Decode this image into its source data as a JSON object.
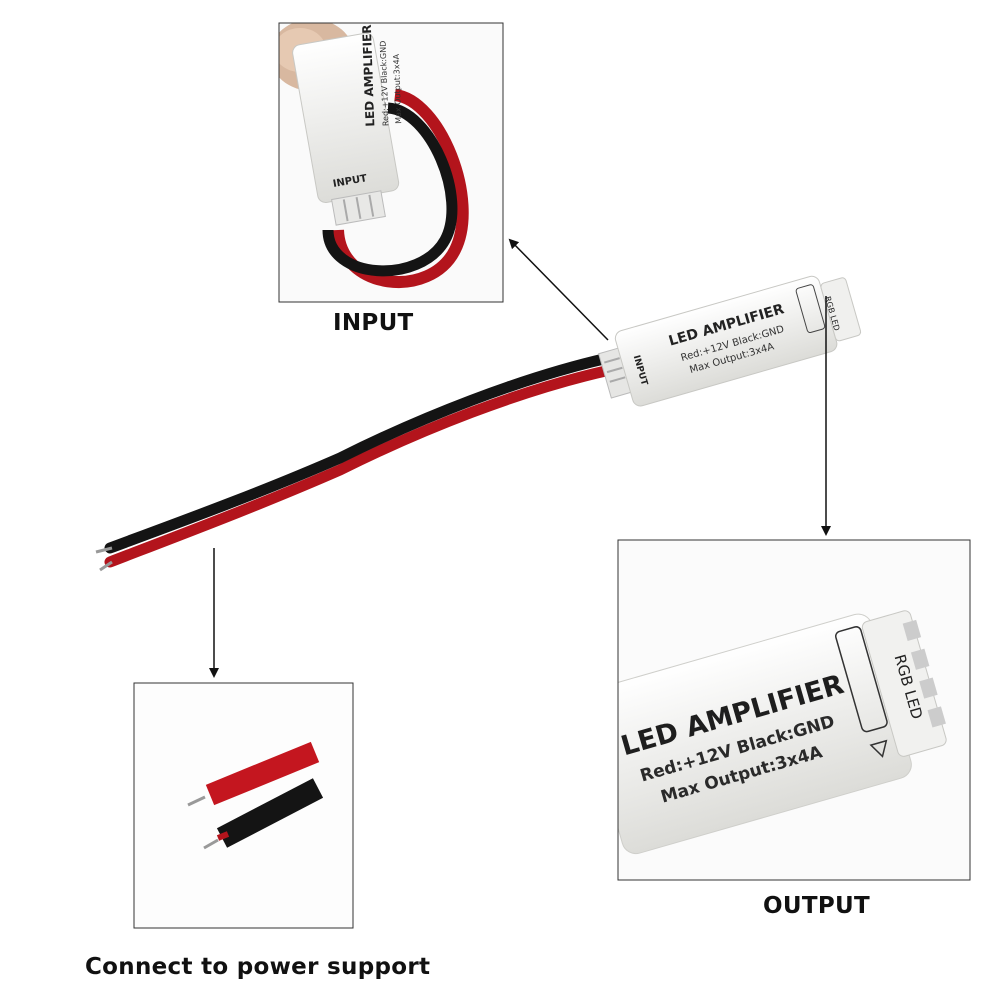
{
  "captions": {
    "input": "INPUT",
    "output": "OUTPUT",
    "power": "Connect to power support"
  },
  "device_label": {
    "title": "LED AMPLIFIER",
    "line1": "Red:+12V Black:GND",
    "line2": "Max Output:3x4A",
    "input_tag": "INPUT",
    "rgb_tag": "RGB LED"
  },
  "colors": {
    "wire_red": "#b3141c",
    "wire_black": "#141414",
    "housing": "#f4f4f2",
    "frame_border": "#333333",
    "caption_text": "#111111"
  }
}
